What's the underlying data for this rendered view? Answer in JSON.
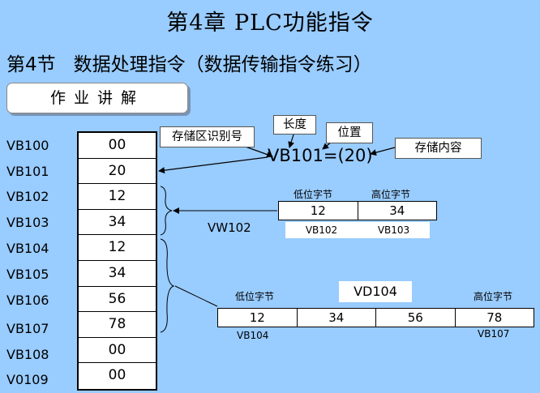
{
  "title": "第4章  PLC功能指令",
  "section": {
    "number": "第4节",
    "text": "数据处理指令（数据传输指令练习）"
  },
  "homework_label": "作业讲解",
  "memory": [
    {
      "address": "VB100",
      "value": "00"
    },
    {
      "address": "VB101",
      "value": "20"
    },
    {
      "address": "VB102",
      "value": "12"
    },
    {
      "address": "VB103",
      "value": "34"
    },
    {
      "address": "VB104",
      "value": "12"
    },
    {
      "address": "VB105",
      "value": "34"
    },
    {
      "address": "VB106",
      "value": "56"
    },
    {
      "address": "VB107",
      "value": "78"
    },
    {
      "address": "VB108",
      "value": "00"
    },
    {
      "address": "V0109",
      "value": "00"
    }
  ],
  "callouts": {
    "storage_id": "存储区识别号",
    "length": "长度",
    "position": "位置",
    "content": "存储内容"
  },
  "formula": "VB101=(20)",
  "word": {
    "name": "VW102",
    "low_label": "低位字节",
    "high_label": "高位字节",
    "cells": [
      "12",
      "34"
    ],
    "sub": [
      "VB102",
      "VB103"
    ]
  },
  "dword": {
    "name": "VD104",
    "low_label": "低位字节",
    "high_label": "高位字节",
    "cells": [
      "12",
      "34",
      "56",
      "78"
    ],
    "low_addr": "VB104",
    "high_addr": "VB107"
  }
}
